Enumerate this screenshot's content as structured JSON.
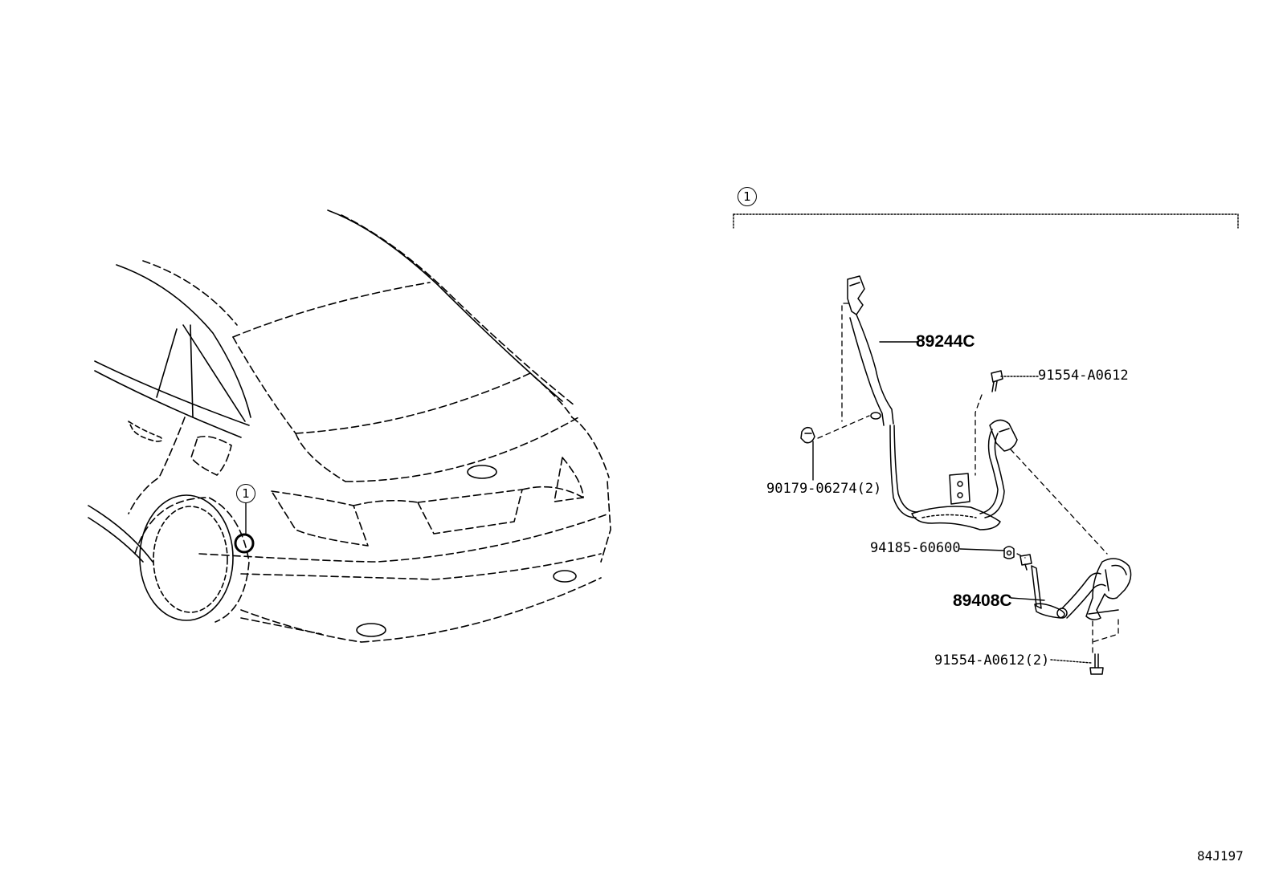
{
  "diagram": {
    "callout_number": "1",
    "diagram_id": "84J197",
    "parts": {
      "harness": "89244C",
      "bolt_top": "91554-A0612",
      "clip": "90179-06274(2)",
      "nut": "94185-60600",
      "sensor": "89408C",
      "bolt_bottom": "91554-A0612(2)"
    }
  }
}
